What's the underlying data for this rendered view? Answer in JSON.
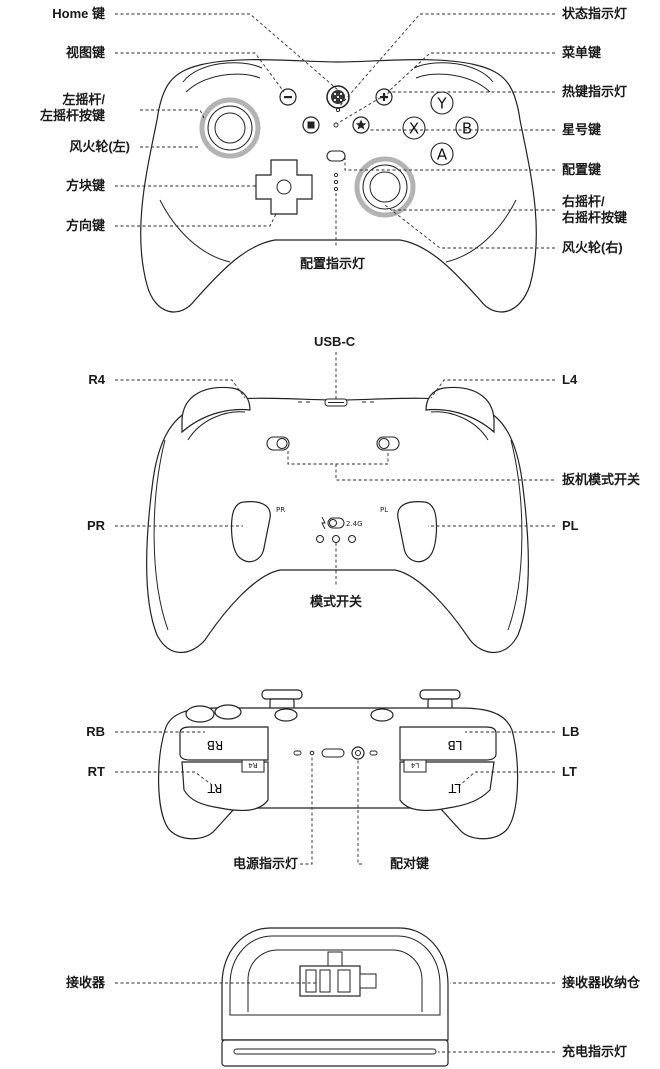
{
  "view1": {
    "labels": {
      "home": "Home 键",
      "view": "视图键",
      "left_stick_line1": "左摇杆/",
      "left_stick_line2": "左摇杆按键",
      "wind_fire_left": "风火轮(左)",
      "square": "方块键",
      "dpad": "方向键",
      "status_led": "状态指示灯",
      "menu": "菜单键",
      "hotkey_led": "热键指示灯",
      "star": "星号键",
      "config": "配置键",
      "right_stick_line1": "右摇杆/",
      "right_stick_line2": "右摇杆按键",
      "wind_fire_right": "风火轮(右)",
      "config_led": "配置指示灯"
    },
    "face_buttons": {
      "y": "Y",
      "x": "X",
      "b": "B",
      "a": "A",
      "plus": "+",
      "minus": "−"
    }
  },
  "view2": {
    "labels": {
      "usbc": "USB-C",
      "r4": "R4",
      "l4": "L4",
      "trigger_mode_switch": "扳机模式开关",
      "pr": "PR",
      "pl": "PL",
      "mode_switch": "模式开关"
    },
    "paddle_marks": {
      "pr": "PR",
      "pl": "PL",
      "switch_24g": "2.4G"
    }
  },
  "view3": {
    "labels": {
      "rb": "RB",
      "rt": "RT",
      "lb": "LB",
      "lt": "LT",
      "power_led": "电源指示灯",
      "pair_key": "配对键"
    }
  },
  "view4": {
    "labels": {
      "receiver": "接收器",
      "receiver_storage": "接收器收纳仓",
      "charge_led": "充电指示灯"
    }
  },
  "colors": {
    "ring_gray": "#b3b3b3",
    "line": "#222222",
    "text": "#1a1a1a"
  }
}
